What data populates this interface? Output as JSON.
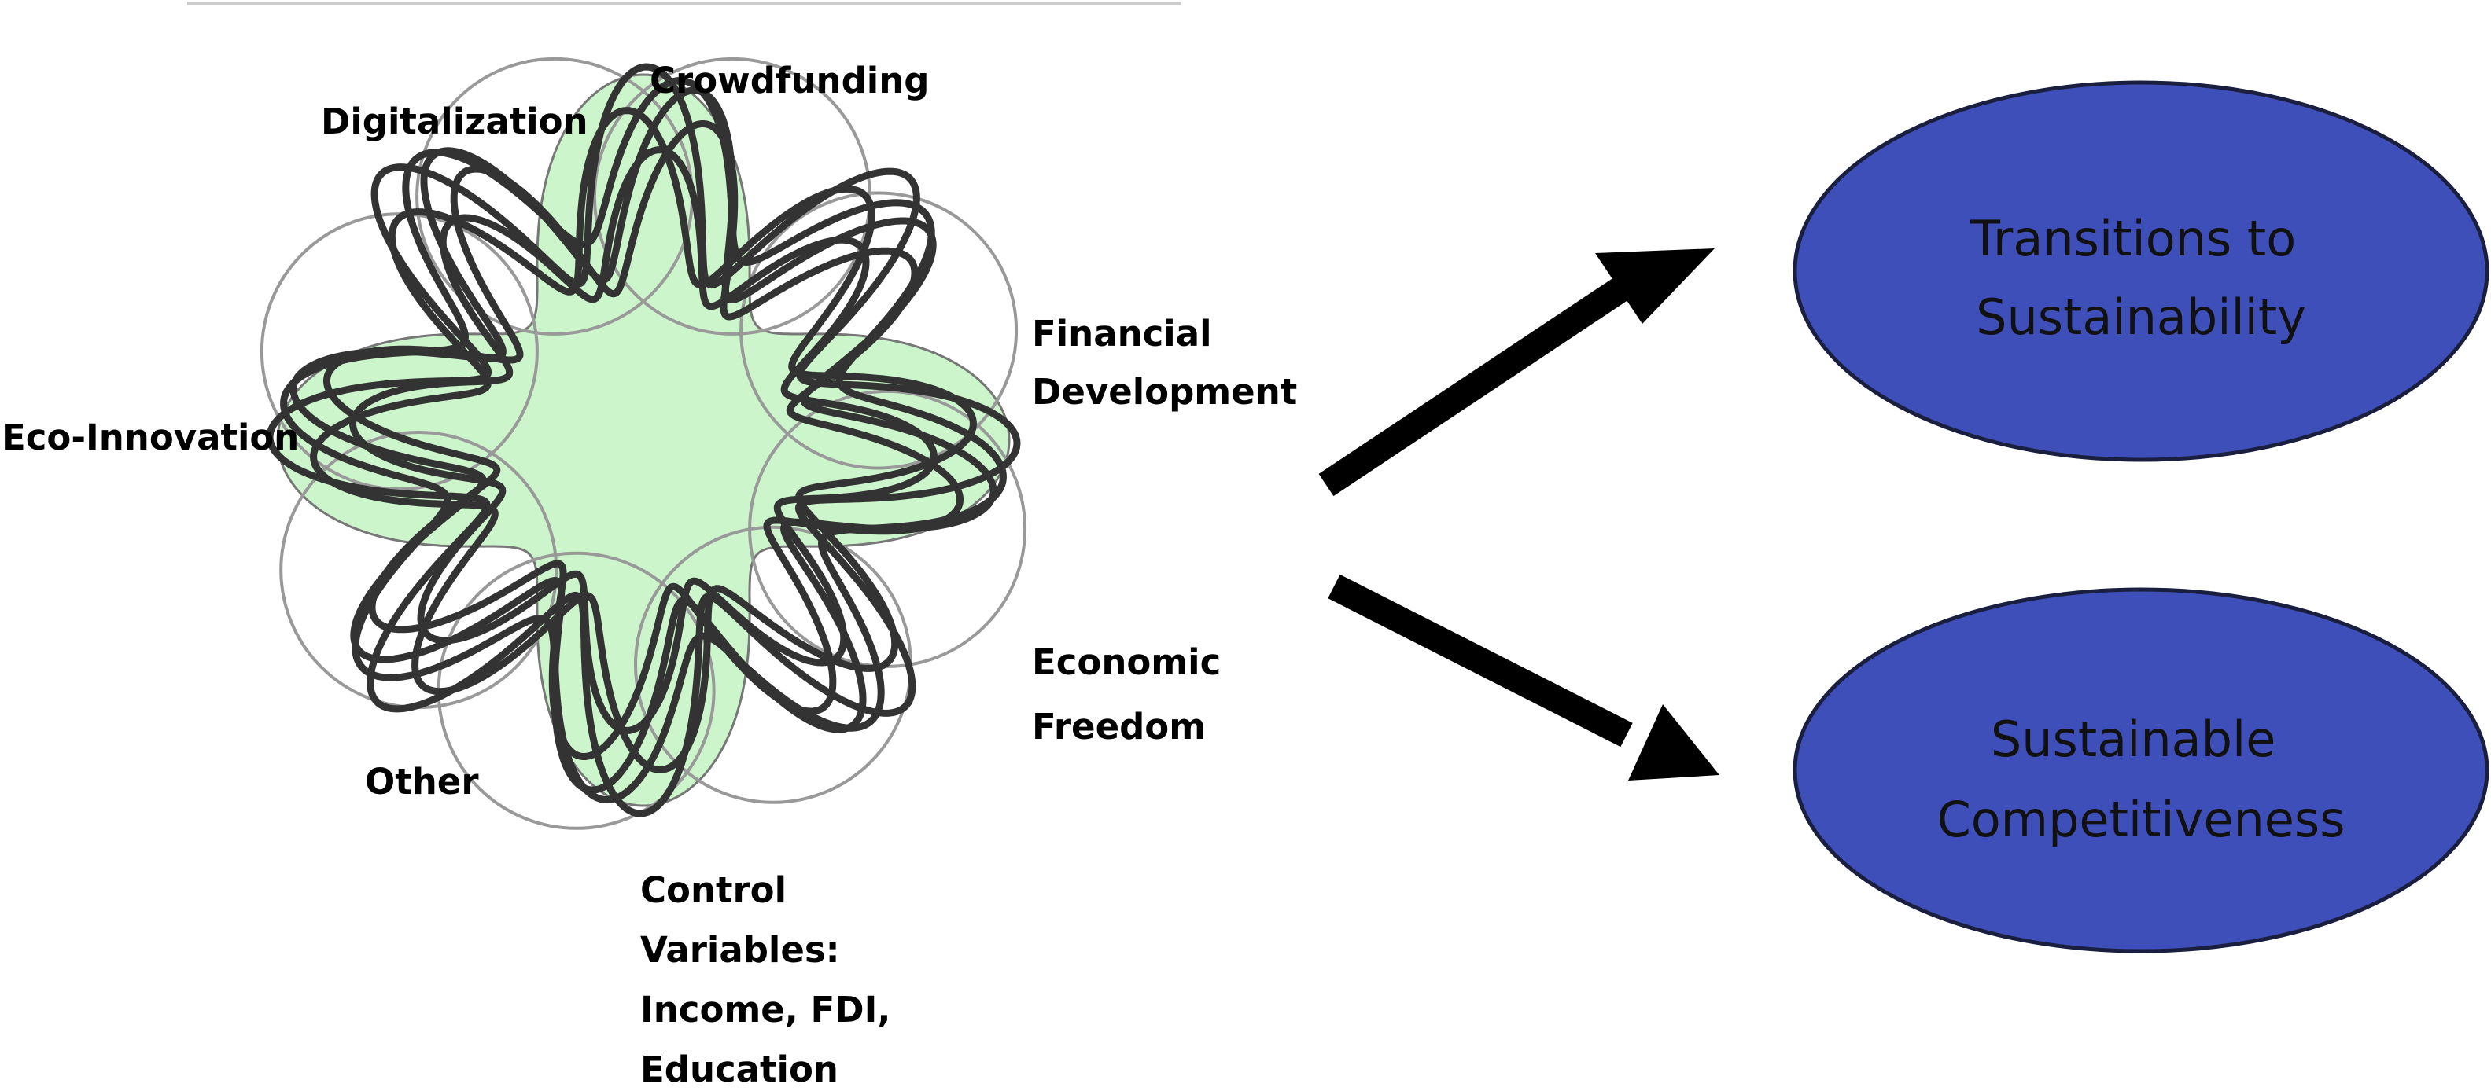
{
  "diagram": {
    "factors": [
      {
        "id": "digitalization",
        "lines": [
          "Digitalization"
        ]
      },
      {
        "id": "crowdfunding",
        "lines": [
          "Crowdfunding"
        ]
      },
      {
        "id": "financial-development",
        "lines": [
          "Financial",
          "Development"
        ]
      },
      {
        "id": "eco-innovation",
        "lines": [
          "Eco-Innovation"
        ]
      },
      {
        "id": "economic-freedom",
        "lines": [
          "Economic",
          "Freedom"
        ]
      },
      {
        "id": "other",
        "lines": [
          "Other"
        ]
      },
      {
        "id": "control-variables",
        "lines": [
          "Control",
          "Variables:",
          "Income, FDI,",
          "Education"
        ]
      }
    ],
    "outcomes": [
      {
        "id": "transitions",
        "lines": [
          "Transitions to",
          "Sustainability"
        ]
      },
      {
        "id": "competitiveness",
        "lines": [
          "Sustainable",
          "Competitiveness"
        ]
      }
    ]
  },
  "colors": {
    "highlight_fill": "#ccf5cc",
    "outcome_fill": "#3f4fb9",
    "outcome_stroke": "#1a1f40",
    "knot_stroke": "#333333",
    "petal_stroke": "#999999",
    "arrow": "#000000"
  }
}
